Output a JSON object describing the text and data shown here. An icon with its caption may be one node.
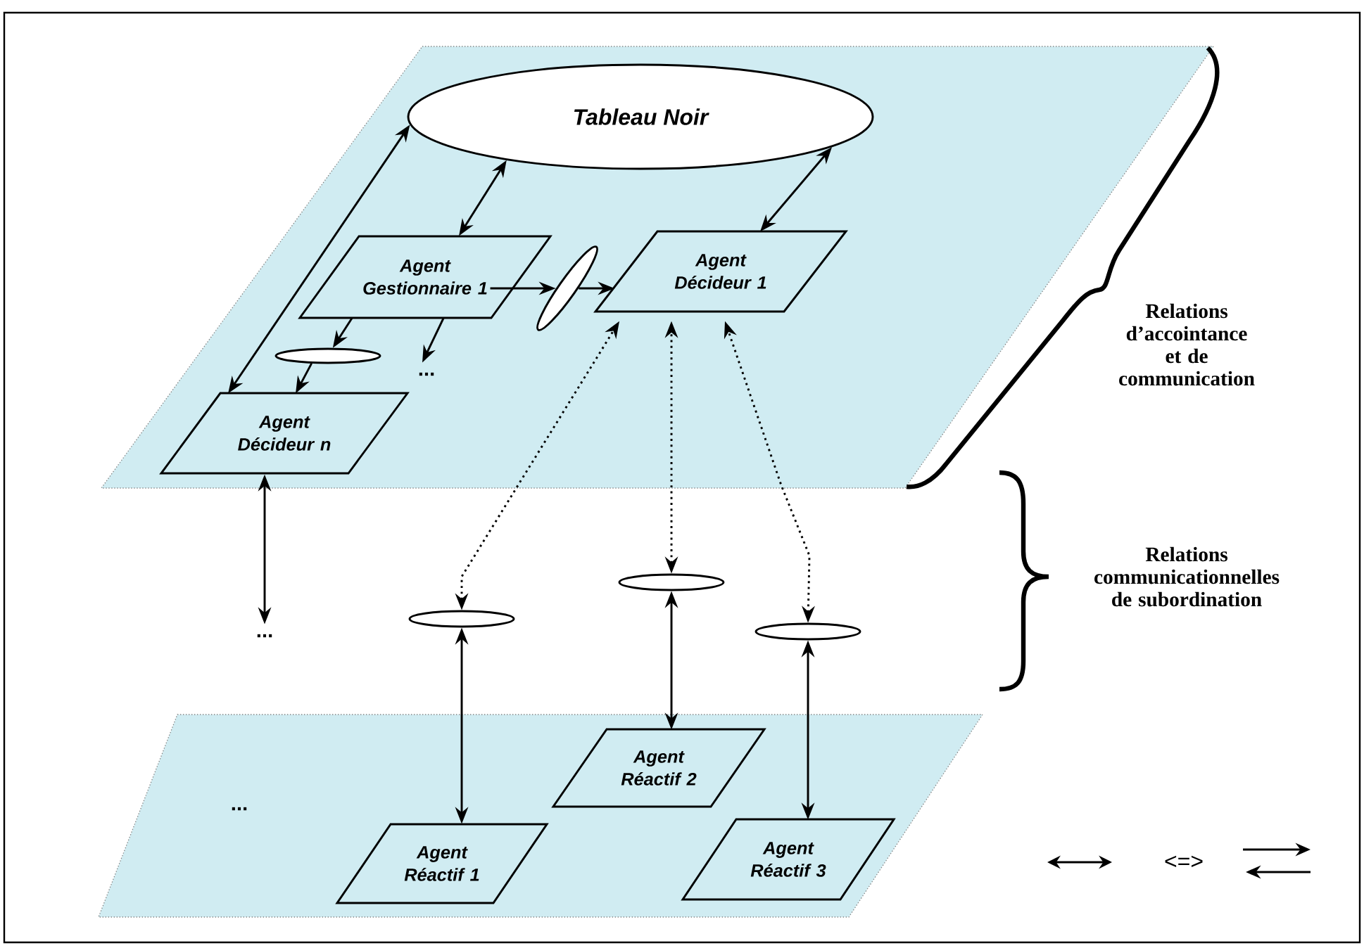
{
  "diagram": {
    "nodes": [
      {
        "text": [],
        "shape": "parallelogram"
      },
      {
        "text": [
          "Tableau Noir"
        ],
        "in": 0
      },
      {
        "text": [
          "Agent Gestionnaire 1"
        ],
        "in": 0
      },
      {
        "text": [
          "Agent Décideur 1"
        ],
        "in": 0
      },
      {
        "text": [
          "Agent Décideur n"
        ],
        "in": 0
      },
      {
        "text": [],
        "shape": "ellipse",
        "in": 0
      },
      {
        "text": [],
        "shape": "ellipse",
        "in": 0
      },
      {
        "text": [],
        "shape": "parallelogram"
      },
      {
        "text": [
          "Agent Réactif 2"
        ],
        "in": 7
      },
      {
        "text": [
          "Agent Réactif 1"
        ],
        "in": 7
      },
      {
        "text": [
          "Agent Réactif 3"
        ],
        "in": 7
      },
      {
        "text": [],
        "shape": "ellipse"
      },
      {
        "text": [],
        "shape": "ellipse"
      },
      {
        "text": [],
        "shape": "ellipse"
      },
      {
        "text": [
          "..."
        ],
        "in": 0
      },
      {
        "text": [
          "..."
        ]
      }
    ],
    "edges": [
      {
        "from": 1,
        "to": 2,
        "arrow": "both"
      },
      {
        "from": 1,
        "to": 3,
        "arrow": "both"
      },
      {
        "from": 1,
        "to": 4,
        "arrow": "both"
      },
      {
        "from": 2,
        "to": 5,
        "arrow": "to"
      },
      {
        "from": 5,
        "to": 3,
        "arrow": "to"
      },
      {
        "from": 2,
        "to": 6,
        "arrow": "to"
      },
      {
        "from": 6,
        "to": 4,
        "arrow": "to"
      },
      {
        "from": 2,
        "to": 14,
        "arrow": "to"
      },
      {
        "from": 4,
        "to": 15,
        "arrow": "both"
      },
      {
        "from": 11,
        "to": 3,
        "arrow": "both",
        "style": "dashed"
      },
      {
        "from": 12,
        "to": 3,
        "arrow": "both",
        "style": "dashed"
      },
      {
        "from": 13,
        "to": 3,
        "arrow": "both",
        "style": "dashed"
      },
      {
        "from": 11,
        "to": 9,
        "arrow": "both"
      },
      {
        "from": 12,
        "to": 8,
        "arrow": "both"
      },
      {
        "from": 13,
        "to": 10,
        "arrow": "both"
      }
    ],
    "labels": [
      "...",
      "Relations d’accointance et de communication",
      "Relations communicationnelles de subordination",
      "<=>"
    ]
  }
}
